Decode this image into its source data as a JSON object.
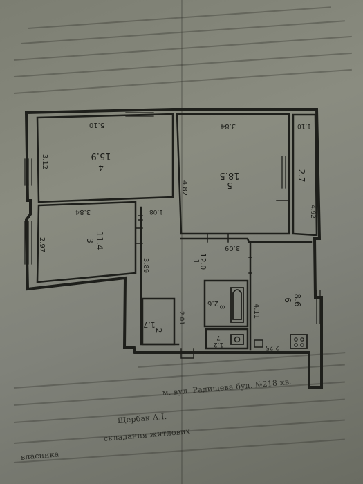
{
  "rooms": [
    {
      "num": "4",
      "area": "15.9"
    },
    {
      "num": "5",
      "area": "18.5"
    },
    {
      "num": "3",
      "area": "11.4"
    },
    {
      "num": "1",
      "area": "12.0"
    },
    {
      "num": "6",
      "area": "8.6"
    },
    {
      "num": "8",
      "area": "2.6"
    },
    {
      "num": "7",
      "area": "1.2"
    },
    {
      "num": "2",
      "area": "1.7"
    }
  ],
  "dimensions": {
    "room4_width": "5.10",
    "room4_height": "3.12",
    "room5_width": "3.84",
    "room5_height": "4.82",
    "balcony_width": "1.10",
    "balcony_length": "2.7",
    "balcony_depth": "4.92",
    "room3_width": "3.84",
    "room3_height": "2.97",
    "corridor_small": "1.08",
    "hall_height": "3.89",
    "hall_width": "3.09",
    "kitchen_height": "4.11",
    "kitchen_width": "2.25",
    "closet_length": "2.01"
  },
  "document_text": {
    "line1": "м.   вул. Радищева буд. №218 кв.",
    "line2": "Щербак А.І.",
    "line3": "складання житлових",
    "line4": "власника"
  }
}
